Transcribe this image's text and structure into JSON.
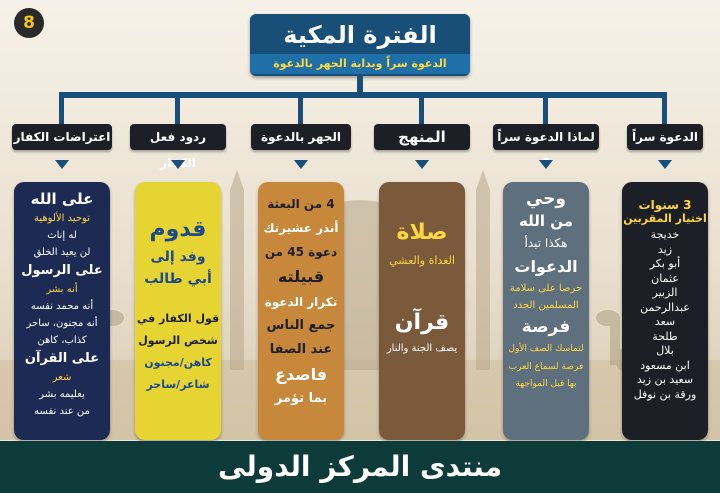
{
  "badge": "8",
  "title": {
    "main": "الفترة المكية",
    "sub": "الدعوة سراً وبداية الجهر بالدعوة"
  },
  "footer": "منتدى المركز الدولى",
  "columns": [
    {
      "header": "الدعوة سراً",
      "lines": [
        "3 سنوات",
        "اختيار المقربين",
        "خديجة",
        "زيد",
        "أبو بكر",
        "عثمان",
        "الزبير",
        "عبدالرحمن",
        "سعد",
        "طلحة",
        "بلال",
        "ابن مسعود",
        "سعيد بن زيد",
        "ورقة بن نوفل"
      ]
    },
    {
      "header": "لماذا الدعوة سراً ؟",
      "lines": [
        "وحي",
        "من الله",
        "هكذا تبدأ",
        "الدعوات",
        "حرصا على سلامة",
        "المسلمين الجدد",
        "فرصة",
        "لتماسك الصف الأول",
        "فرصة لسماع العرب",
        "بها قبل المواجهة"
      ]
    },
    {
      "header": "المنهج",
      "lines": [
        "صلاة",
        "الغداة والعشي",
        "قرآن",
        "يصف الجنة والنار"
      ]
    },
    {
      "header": "الجهر بالدعوة",
      "lines": [
        "4 من البعثة",
        "أنذر عشيرتك",
        "دعوة 45 من",
        "قبيلته",
        "تكرار الدعوة",
        "جمع الناس",
        "عند الصفا",
        "فاصدع",
        "بما تؤمر"
      ]
    },
    {
      "header": "ردود فعل الكفار",
      "lines": [
        "قدوم",
        "وفد إلى",
        "أبي طالب",
        "قول الكفار في",
        "شخص الرسول",
        "كاهن/مجنون",
        "شاعر/ساحر"
      ]
    },
    {
      "header": "اعتراضات الكفار",
      "lines": [
        "على الله",
        "توحيد الألوهية",
        "له إناث",
        "لن يعيد الخلق",
        "على الرسول",
        "أنه بشر",
        "أنه محمد نفسه",
        "أنه مجنون، ساحر",
        "كذاب، كاهن",
        "على القرآن",
        "شعر",
        "يعليمه بشر",
        "من عند نفسه"
      ]
    }
  ]
}
